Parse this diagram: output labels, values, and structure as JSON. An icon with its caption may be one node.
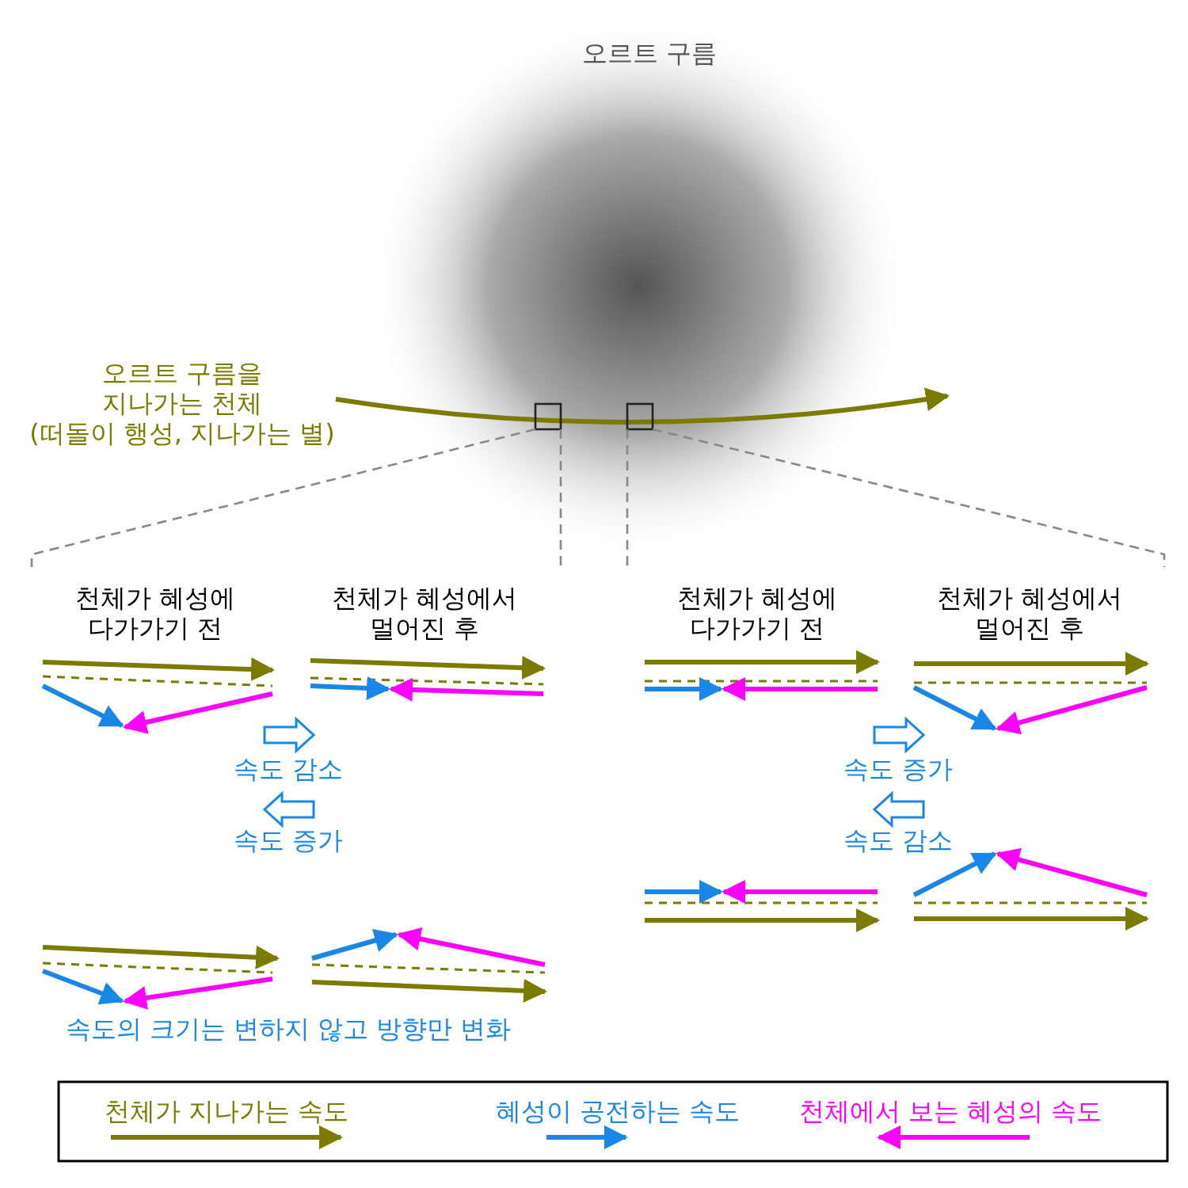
{
  "diagram": {
    "labels": [
      "오르트 구름",
      "오르트 구름을 지나가는 천체",
      "(떠돌이 행성, 지나가는 별)",
      "천체가 혜성에 다가가기 전",
      "천체가 혜성에서 멀어진 후",
      "천체가 혜성에 다가가기 전",
      "천체가 혜성에서 멀어진 후",
      "속도 감소",
      "속도 증가",
      "속도 증가",
      "속도 감소",
      "속도의 크기는 변하지 않고 방향만 변화"
    ],
    "legend": [
      {
        "text": "천체가 지나가는 속도"
      },
      {
        "text": "혜성이 공전하는 속도"
      },
      {
        "text": "천체에서 보는 혜성의 속도"
      }
    ]
  }
}
